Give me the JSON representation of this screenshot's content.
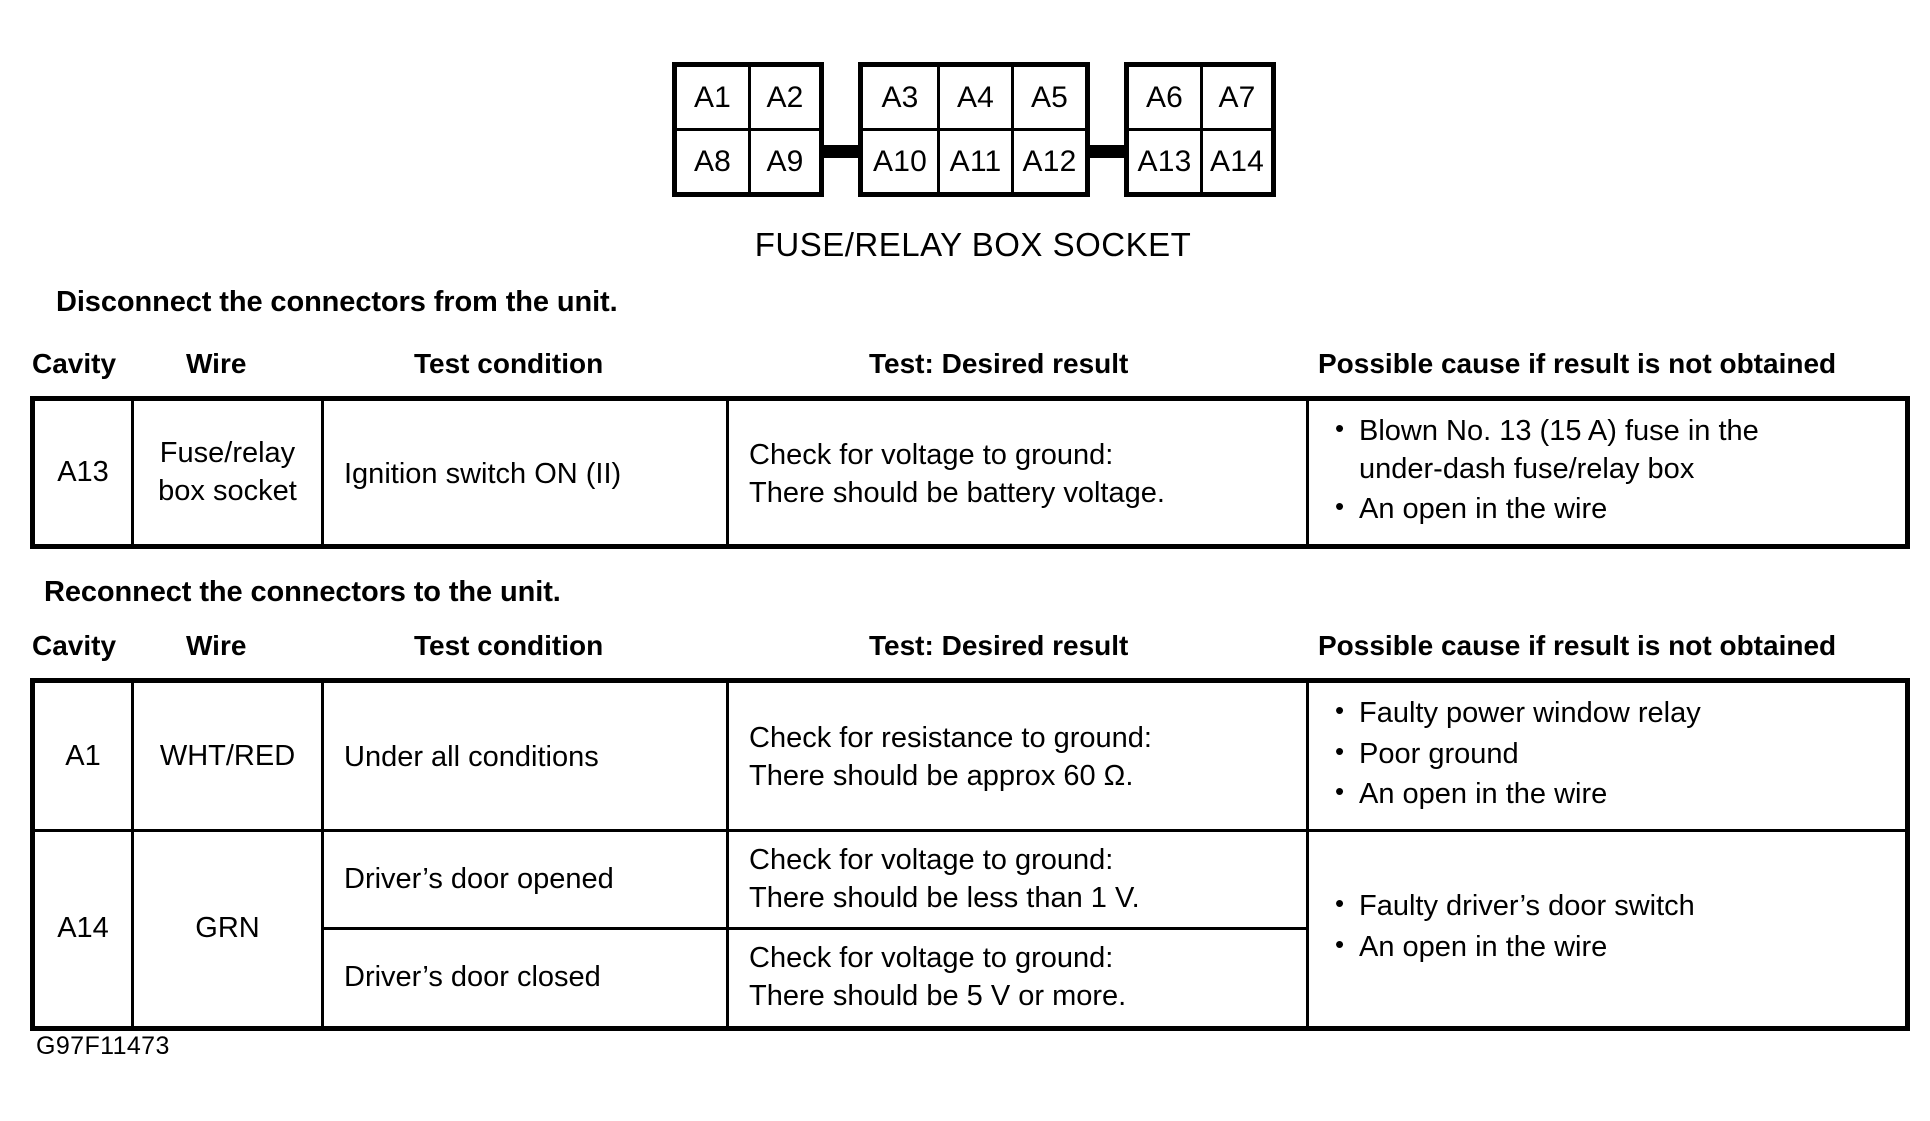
{
  "figure": {
    "id_code": "G97F11473",
    "socket_caption": "FUSE/RELAY BOX SOCKET",
    "connector_blocks": [
      {
        "top": [
          "A1",
          "A2"
        ],
        "bottom": [
          "A8",
          "A9"
        ]
      },
      {
        "top": [
          "A3",
          "A4",
          "A5"
        ],
        "bottom": [
          "A10",
          "A11",
          "A12"
        ]
      },
      {
        "top": [
          "A6",
          "A7"
        ],
        "bottom": [
          "A13",
          "A14"
        ]
      }
    ]
  },
  "column_headers": {
    "cavity": "Cavity",
    "wire": "Wire",
    "test_condition": "Test condition",
    "test_result": "Test: Desired result",
    "possible_cause": "Possible cause if result is not obtained"
  },
  "sections": [
    {
      "heading": "Disconnect the connectors from the unit.",
      "rows": [
        {
          "cavity": "A13",
          "wire_line1": "Fuse/relay",
          "wire_line2": "box socket",
          "condition": "Ignition switch ON (II)",
          "result_line1": "Check for voltage to ground:",
          "result_line2": "There should be battery voltage.",
          "causes": [
            {
              "text": "Blown No. 13 (15 A) fuse in the",
              "cont": "under-dash fuse/relay box"
            },
            {
              "text": "An open in the wire",
              "cont": ""
            }
          ]
        }
      ]
    },
    {
      "heading": "Reconnect the connectors to the unit.",
      "rows": [
        {
          "cavity": "A1",
          "wire": "WHT/RED",
          "condition": "Under all conditions",
          "result_line1": "Check for resistance to ground:",
          "result_line2": "There should be approx 60 Ω.",
          "causes": [
            {
              "text": "Faulty power window relay",
              "cont": ""
            },
            {
              "text": "Poor ground",
              "cont": ""
            },
            {
              "text": "An open in the wire",
              "cont": ""
            }
          ]
        },
        {
          "cavity": "A14",
          "wire": "GRN",
          "subrows": [
            {
              "condition": "Driver’s door opened",
              "result_line1": "Check for voltage to ground:",
              "result_line2": "There should be less than 1 V."
            },
            {
              "condition": "Driver’s door closed",
              "result_line1": "Check for voltage to ground:",
              "result_line2": "There should be 5 V or more."
            }
          ],
          "causes": [
            {
              "text": "Faulty driver’s door switch",
              "cont": ""
            },
            {
              "text": "An open in the wire",
              "cont": ""
            }
          ]
        }
      ]
    }
  ]
}
